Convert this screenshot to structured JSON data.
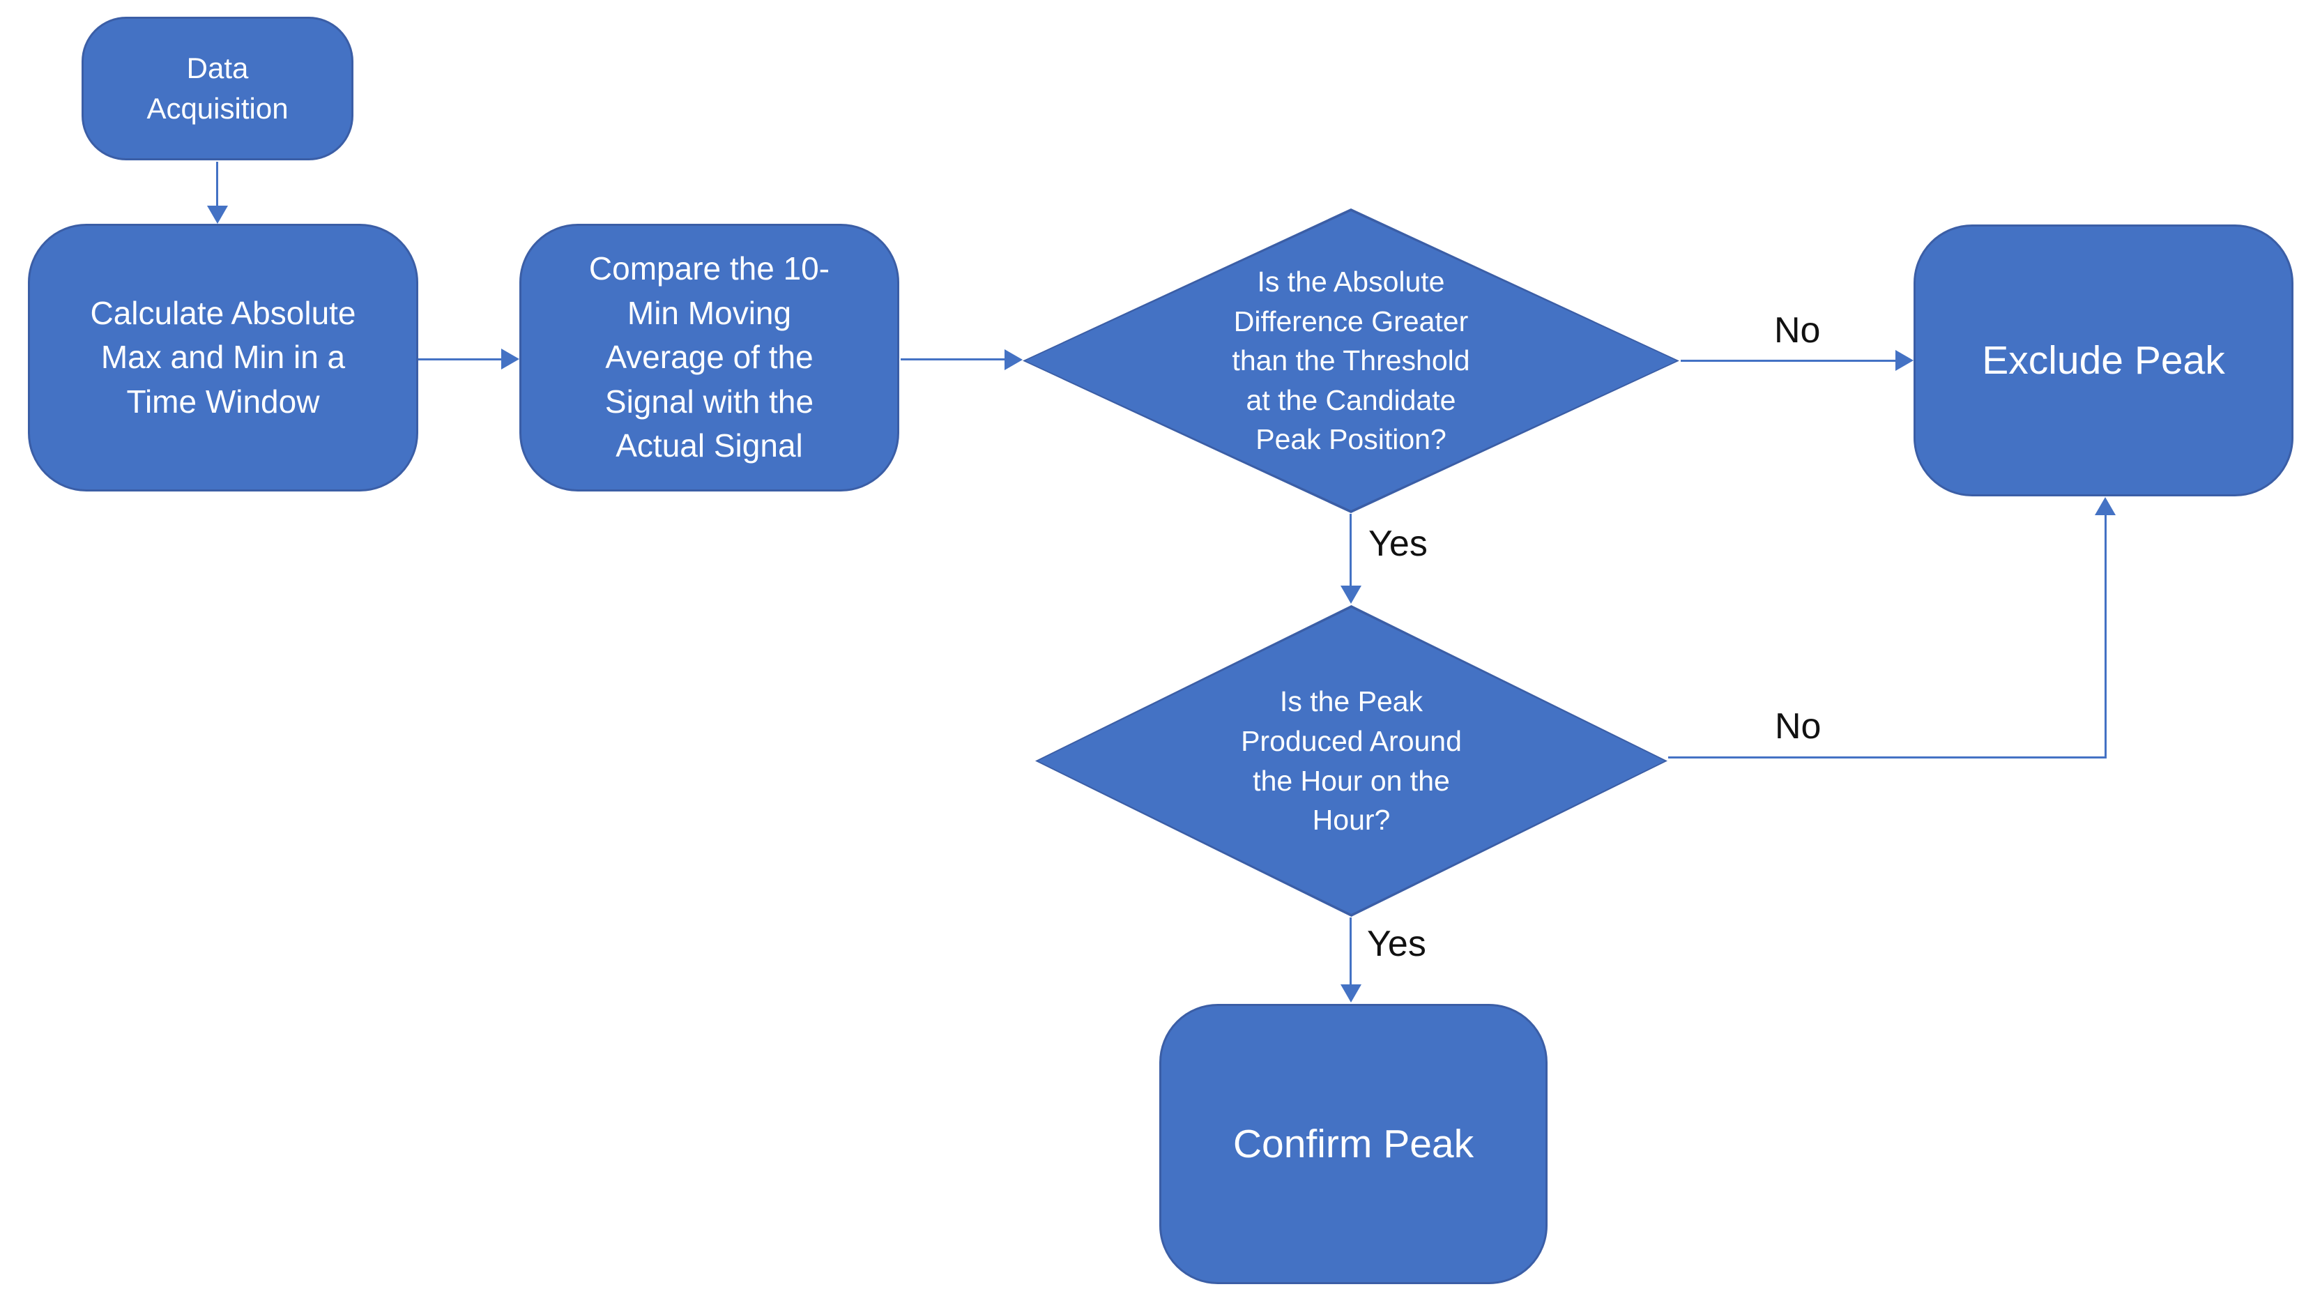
{
  "colors": {
    "shape_fill": "#4472C4",
    "shape_border": "#3B5EA6",
    "connector": "#4472C4",
    "shape_text": "#FFFFFF",
    "label_text": "#111111",
    "background": "#FFFFFF"
  },
  "nodes": {
    "data_acquisition": {
      "label": "Data\nAcquisition"
    },
    "calculate": {
      "label": "Calculate Absolute\nMax and Min in a\nTime Window"
    },
    "compare": {
      "label": "Compare the 10-\nMin Moving\nAverage of the\nSignal with the\nActual Signal"
    },
    "threshold_decision": {
      "label": "Is the Absolute\nDifference Greater\nthan the Threshold\nat the Candidate\nPeak Position?"
    },
    "exclude_peak": {
      "label": "Exclude Peak"
    },
    "hour_decision": {
      "label": "Is the Peak\nProduced Around\nthe Hour on the\nHour?"
    },
    "confirm_peak": {
      "label": "Confirm Peak"
    }
  },
  "edges": {
    "threshold_no": {
      "label": "No"
    },
    "threshold_yes": {
      "label": "Yes"
    },
    "hour_no": {
      "label": "No"
    },
    "hour_yes": {
      "label": "Yes"
    }
  }
}
